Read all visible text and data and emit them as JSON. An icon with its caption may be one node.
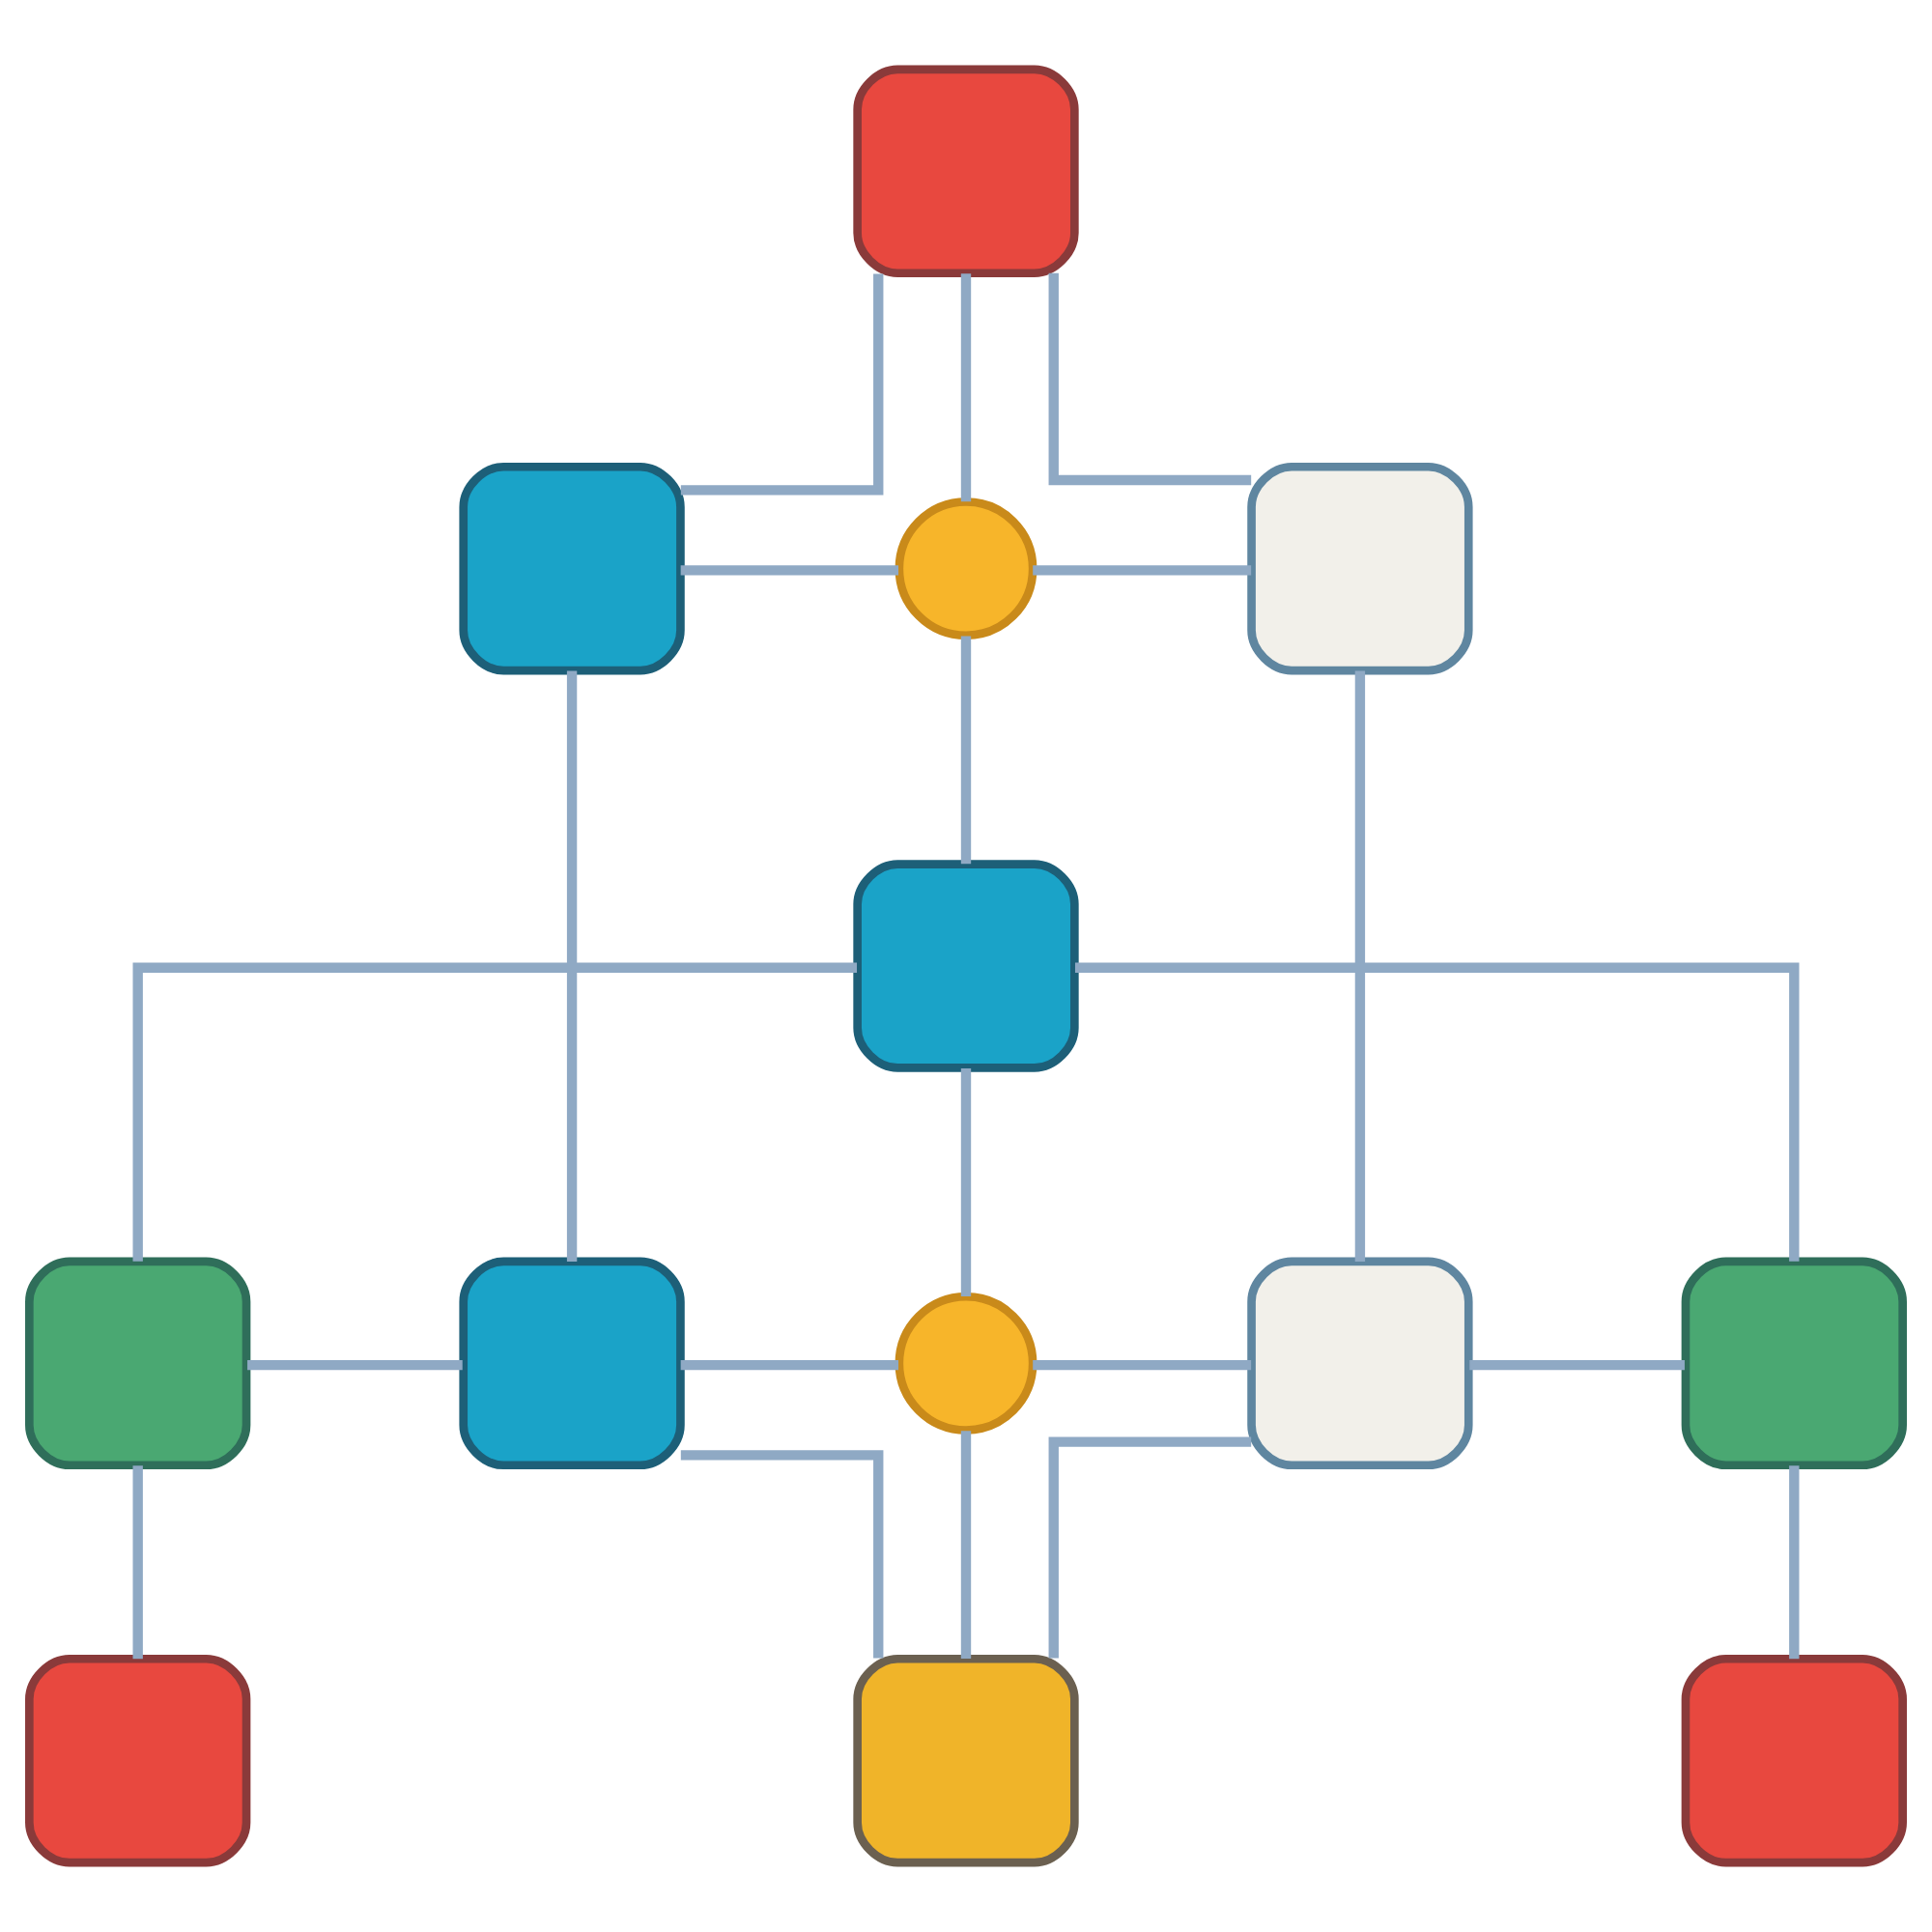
{
  "diagram": {
    "nodes": [
      {
        "text": [],
        "shape": "box"
      },
      {
        "text": [],
        "shape": "box"
      },
      {
        "text": [],
        "shape": "circle"
      },
      {
        "text": [],
        "shape": "box"
      },
      {
        "text": [],
        "shape": "box"
      },
      {
        "text": [],
        "shape": "box"
      },
      {
        "text": [],
        "shape": "box"
      },
      {
        "text": [],
        "shape": "circle"
      },
      {
        "text": [],
        "shape": "box"
      },
      {
        "text": [],
        "shape": "box"
      },
      {
        "text": [],
        "shape": "box"
      },
      {
        "text": [],
        "shape": "box"
      },
      {
        "text": [],
        "shape": "box"
      }
    ],
    "edges": [
      {
        "from": 0,
        "to": 1,
        "arrow": "none"
      },
      {
        "from": 0,
        "to": 2,
        "arrow": "none"
      },
      {
        "from": 0,
        "to": 3,
        "arrow": "none"
      },
      {
        "from": 1,
        "to": 2,
        "arrow": "none"
      },
      {
        "from": 2,
        "to": 3,
        "arrow": "none"
      },
      {
        "from": 2,
        "to": 4,
        "arrow": "none"
      },
      {
        "from": 1,
        "to": 6,
        "arrow": "none"
      },
      {
        "from": 3,
        "to": 8,
        "arrow": "none"
      },
      {
        "from": 4,
        "to": 5,
        "arrow": "none"
      },
      {
        "from": 4,
        "to": 7,
        "arrow": "none"
      },
      {
        "from": 4,
        "to": 9,
        "arrow": "none"
      },
      {
        "from": 5,
        "to": 6,
        "arrow": "none"
      },
      {
        "from": 6,
        "to": 7,
        "arrow": "none"
      },
      {
        "from": 7,
        "to": 8,
        "arrow": "none"
      },
      {
        "from": 8,
        "to": 9,
        "arrow": "none"
      },
      {
        "from": 5,
        "to": 10,
        "arrow": "none"
      },
      {
        "from": 6,
        "to": 11,
        "arrow": "none"
      },
      {
        "from": 7,
        "to": 11,
        "arrow": "none"
      },
      {
        "from": 8,
        "to": 11,
        "arrow": "none"
      },
      {
        "from": 9,
        "to": 12,
        "arrow": "none"
      }
    ]
  }
}
